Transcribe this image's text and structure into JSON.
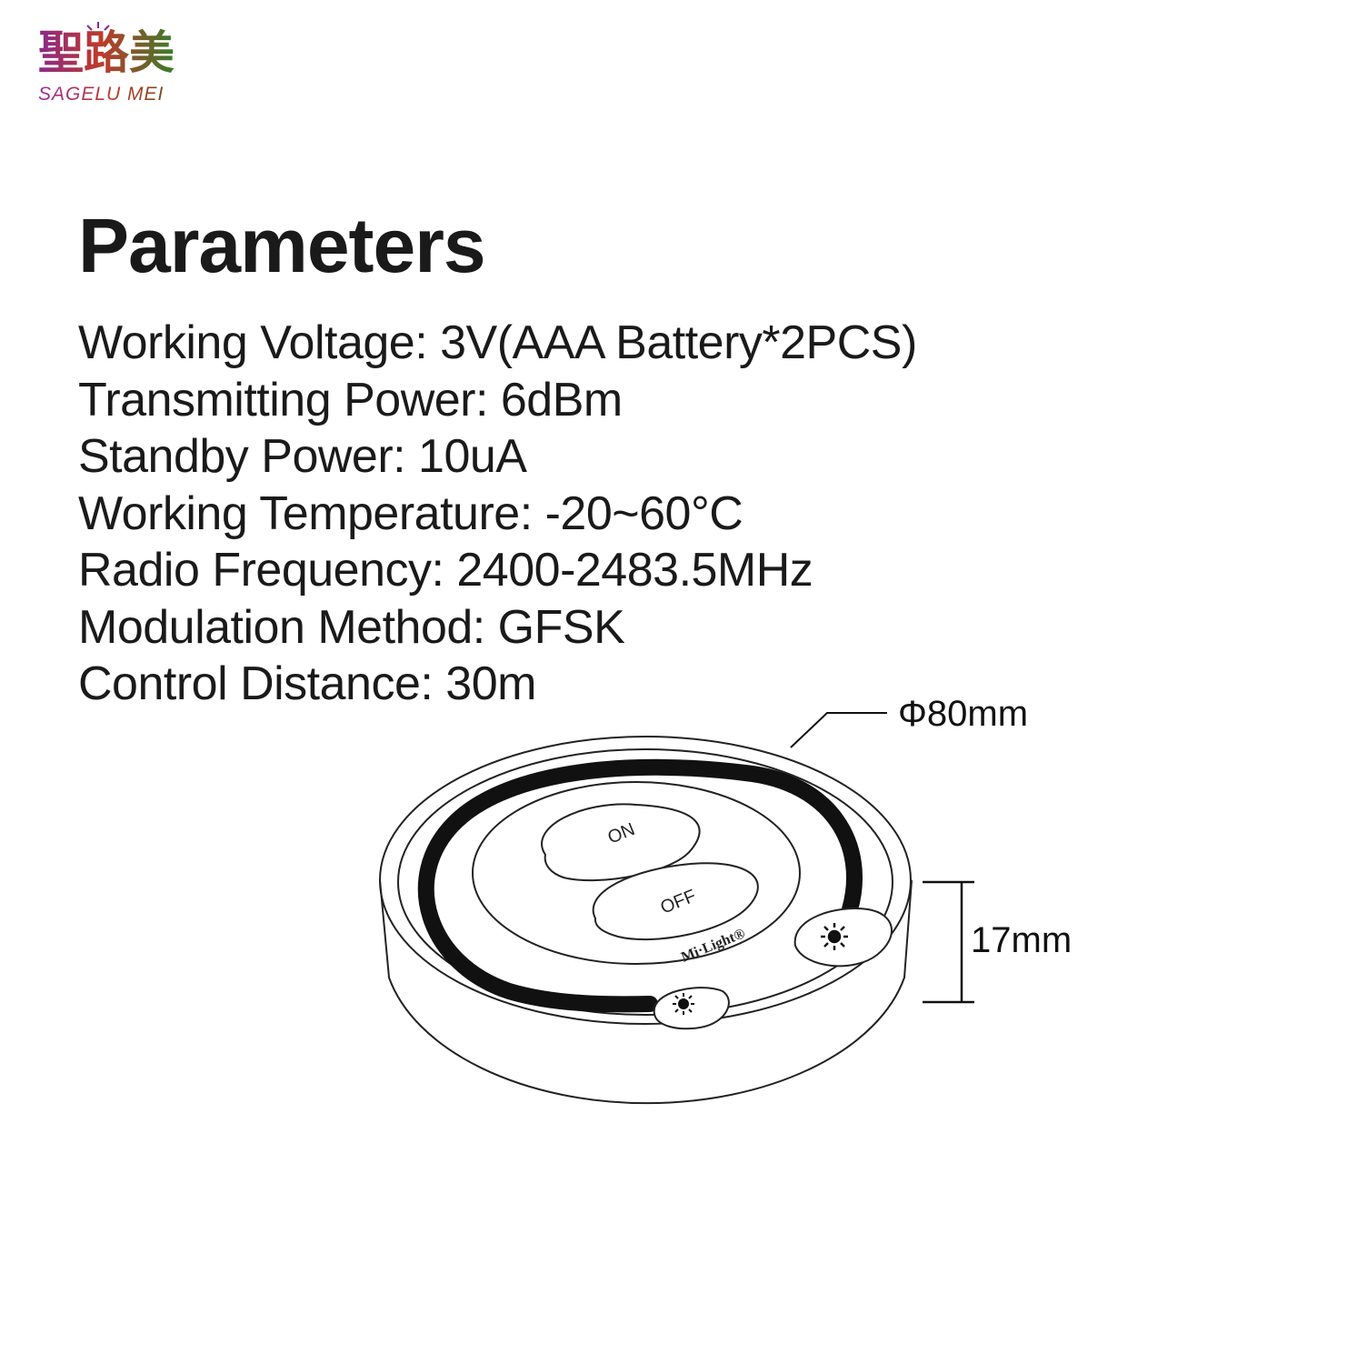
{
  "brand": {
    "name_cn": "聖路美",
    "name_en": "SAGELU MEI"
  },
  "title": "Parameters",
  "parameters": [
    "Working Voltage: 3V(AAA Battery*2PCS)",
    "Transmitting Power: 6dBm",
    "Standby Power: 10uA",
    "Working Temperature: -20~60°C",
    "Radio Frequency: 2400-2483.5MHz",
    "Modulation Method: GFSK",
    "Control Distance: 30m"
  ],
  "device": {
    "button_on": "ON",
    "button_off": "OFF",
    "brand_mark": "Mi·Light®",
    "diameter": "Φ80mm",
    "height": "17mm"
  }
}
